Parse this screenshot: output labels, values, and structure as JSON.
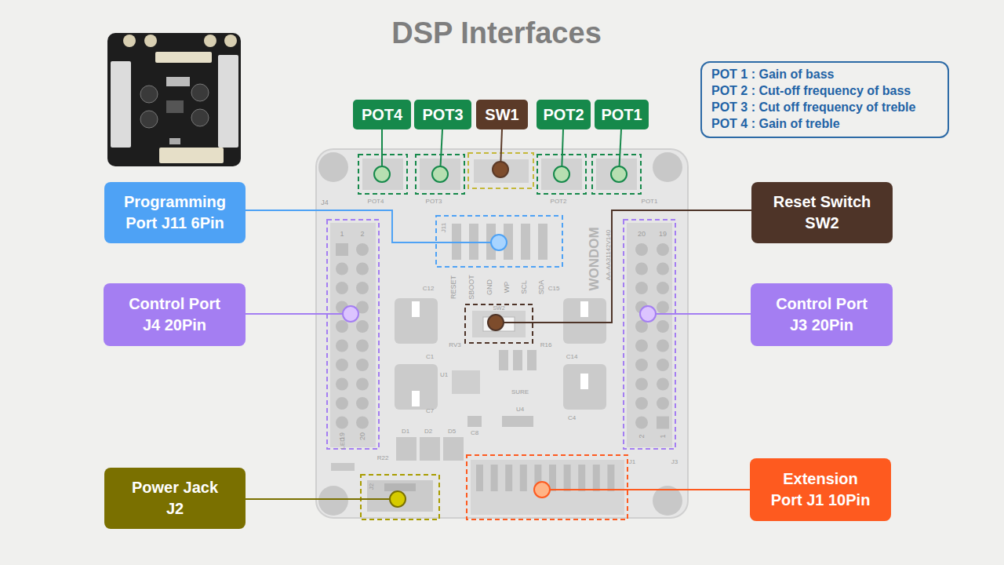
{
  "diagram": {
    "title": "DSP Interfaces",
    "nodes": [
      {
        "text": [
          "POT4"
        ]
      },
      {
        "text": [
          "POT3"
        ]
      },
      {
        "text": [
          "SW1"
        ]
      },
      {
        "text": [
          "POT2"
        ]
      },
      {
        "text": [
          "POT1"
        ]
      },
      {
        "text": [
          "POT 1 : Gain of bass",
          "POT 2 : Cut-off frequency of bass",
          "POT 3 : Cut off frequency of treble",
          "POT 4 : Gain of treble"
        ]
      },
      {
        "text": [
          "Programming Port J11 6Pin"
        ]
      },
      {
        "text": [
          "Reset Switch SW2"
        ]
      },
      {
        "text": [
          "Control Port J4 20Pin"
        ]
      },
      {
        "text": [
          "Control Port J3 20Pin"
        ]
      },
      {
        "text": [
          "Power Jack J2"
        ]
      },
      {
        "text": [
          "Extension Port J1 10Pin"
        ]
      }
    ],
    "labels": [
      "J4",
      "POT4",
      "POT3",
      "POT2",
      "POT1",
      "J11",
      "RESET",
      "SBOOT",
      "GND",
      "WP",
      "SCL",
      "SDA",
      "WONDOM",
      "AA-AA31142V140",
      "C12",
      "C15",
      "SW2",
      "RV3",
      "R16",
      "C1",
      "C14",
      "U1",
      "SURE",
      "C7",
      "U4",
      "C8",
      "C4",
      "D1",
      "D2",
      "D5",
      "R22",
      "J2",
      "LED",
      "J1",
      "J3",
      "1",
      "2",
      "19",
      "20",
      "20",
      "19",
      "2",
      "1"
    ]
  }
}
